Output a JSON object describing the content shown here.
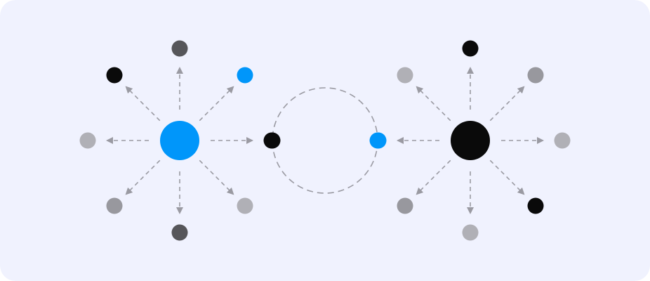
{
  "colors": {
    "background": "#f0f2fe",
    "line": "#9a9aa2",
    "blue": "#0096fa",
    "black": "#0a0a0a",
    "dark_gray": "#56565a",
    "mid_gray": "#98989e",
    "light_gray": "#b0b0b6"
  },
  "left_cluster": {
    "hub_color": "blue",
    "satellites": [
      {
        "direction": "up",
        "color": "dark_gray"
      },
      {
        "direction": "up-right",
        "color": "blue"
      },
      {
        "direction": "right",
        "color": "black"
      },
      {
        "direction": "down-right",
        "color": "light_gray"
      },
      {
        "direction": "down",
        "color": "dark_gray"
      },
      {
        "direction": "down-left",
        "color": "mid_gray"
      },
      {
        "direction": "left",
        "color": "light_gray"
      },
      {
        "direction": "up-left",
        "color": "black"
      }
    ]
  },
  "right_cluster": {
    "hub_color": "black",
    "satellites": [
      {
        "direction": "up",
        "color": "black"
      },
      {
        "direction": "up-right",
        "color": "mid_gray"
      },
      {
        "direction": "right",
        "color": "light_gray"
      },
      {
        "direction": "down-right",
        "color": "black"
      },
      {
        "direction": "down",
        "color": "light_gray"
      },
      {
        "direction": "down-left",
        "color": "mid_gray"
      },
      {
        "direction": "left",
        "color": "blue"
      },
      {
        "direction": "up-left",
        "color": "light_gray"
      }
    ]
  },
  "connector": {
    "shape": "dashed-circle",
    "left_node_color": "black",
    "right_node_color": "blue"
  }
}
